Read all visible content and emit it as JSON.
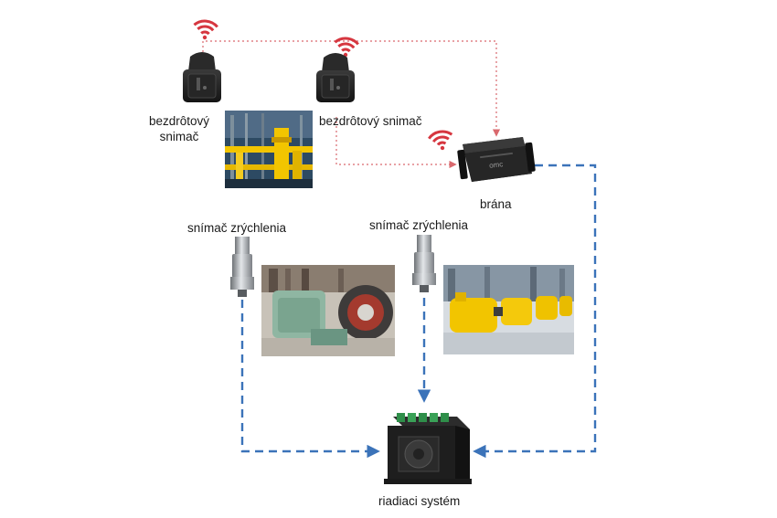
{
  "labels": {
    "wireless_sensor_1_line1": "bezdrôtový",
    "wireless_sensor_1_line2": "snimač",
    "wireless_sensor_2": "bezdrôtový snimač",
    "gateway": "brána",
    "accel_sensor_1": "snímač zrýchlenia",
    "accel_sensor_2": "snímač zrýchlenia",
    "control_system": "riadiaci systém"
  },
  "device_text": {
    "gateway_brand": "omc"
  },
  "colors": {
    "wireless_link": "#d9686d",
    "wired_link": "#3b73b9",
    "wifi_icon": "#d6363f",
    "device_dark": "#1c1c1c",
    "sensor_steel": "#a9adb2",
    "machine_yellow": "#f2c500"
  },
  "icons": {
    "wifi": "wifi-signal-icon"
  }
}
